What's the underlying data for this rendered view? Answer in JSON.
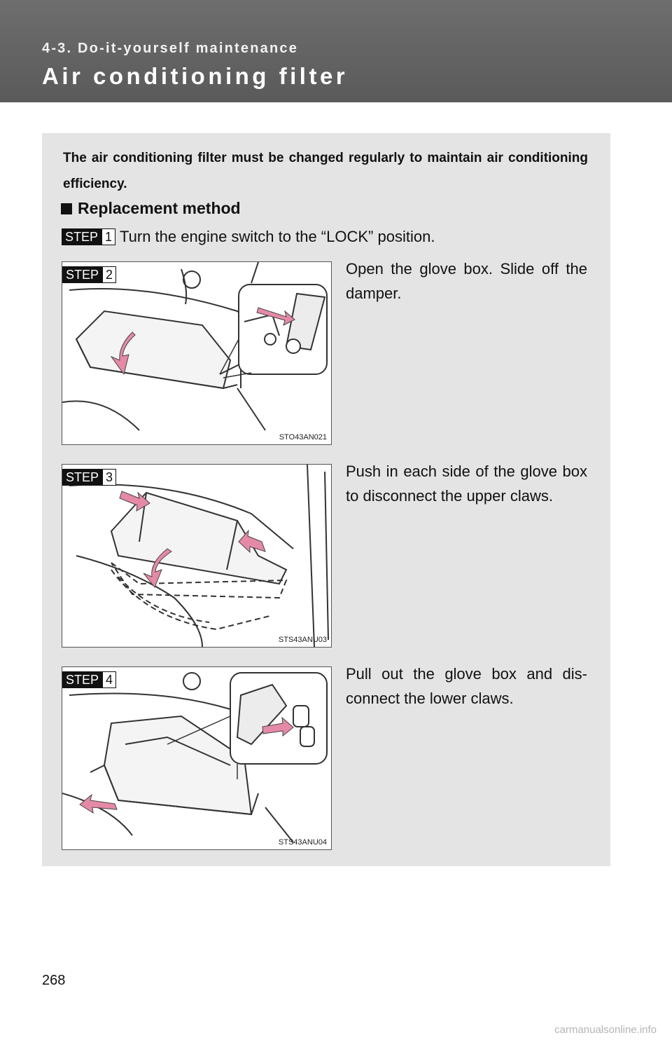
{
  "header": {
    "section": "4-3. Do-it-yourself maintenance",
    "title": "Air conditioning filter"
  },
  "intro": "The air conditioning filter must be changed regularly to maintain air conditioning efficiency.",
  "subheading": "Replacement method",
  "step_word": "STEP",
  "steps": [
    {
      "num": "1",
      "text": "Turn the engine switch to the “LOCK” position."
    },
    {
      "num": "2",
      "text": "Open the glove box. Slide off the damper.",
      "figure_code": "STO43AN021"
    },
    {
      "num": "3",
      "text": "Push in each side of the glove box to disconnect the upper claws.",
      "figure_code": "STS43ANU03"
    },
    {
      "num": "4",
      "text": "Pull out the glove box and dis-connect the lower claws.",
      "figure_code": "STS43ANU04"
    }
  ],
  "page_number": "268",
  "watermark": "carmanualsonline.info",
  "colors": {
    "header_bg": "#5f5f5f",
    "panel_bg": "#e4e4e4",
    "arrow": "#e58aa6"
  }
}
